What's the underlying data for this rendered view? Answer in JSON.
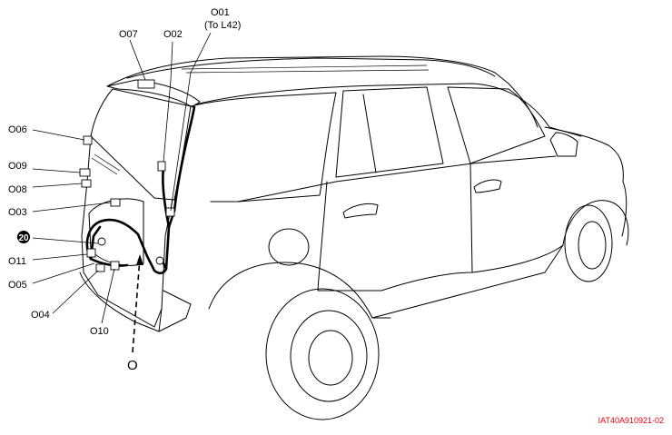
{
  "diagram": {
    "image_code": "IAT40A910921-02",
    "view_label": "O",
    "callouts": [
      {
        "id": "O01",
        "label": "O01",
        "note": "(To L42)"
      },
      {
        "id": "O02",
        "label": "O02"
      },
      {
        "id": "O03",
        "label": "O03"
      },
      {
        "id": "O04",
        "label": "O04"
      },
      {
        "id": "O05",
        "label": "O05"
      },
      {
        "id": "O06",
        "label": "O06"
      },
      {
        "id": "O07",
        "label": "O07"
      },
      {
        "id": "O08",
        "label": "O08"
      },
      {
        "id": "O09",
        "label": "O09"
      },
      {
        "id": "O10",
        "label": "O10"
      },
      {
        "id": "O11",
        "label": "O11"
      },
      {
        "id": "ground",
        "label": "20"
      }
    ],
    "colors": {
      "line": "#000000",
      "code_text": "#e8000b",
      "background": "#ffffff"
    }
  }
}
